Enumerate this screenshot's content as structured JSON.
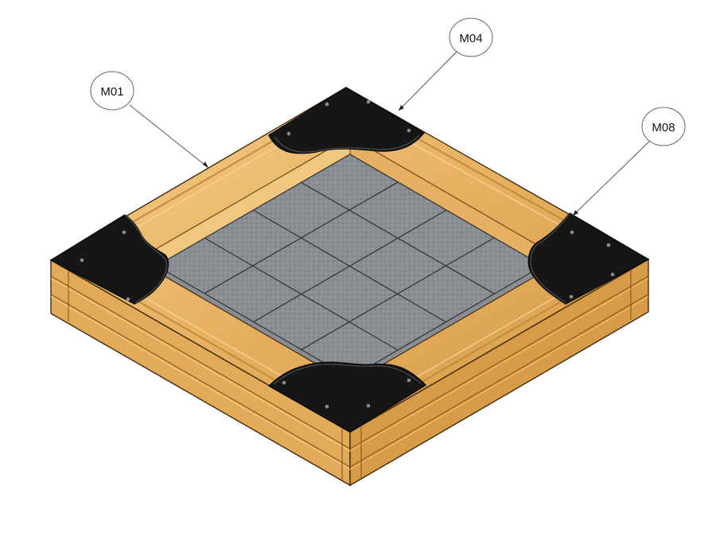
{
  "diagram": {
    "callouts": [
      {
        "id": "m01",
        "label": "M01"
      },
      {
        "id": "m04",
        "label": "M04"
      },
      {
        "id": "m08",
        "label": "M08"
      }
    ]
  },
  "colors": {
    "wood_light": "#f2c77e",
    "wood_mid": "#e7b15f",
    "wood_dark": "#c78732",
    "wood_shadow": "#9b6324",
    "wood_outline": "#3f2a12",
    "mat_light": "#8e9298",
    "mat_mid": "#7b7f84",
    "mat_grid": "#34373a",
    "cap_black": "#161616",
    "cap_edge": "#0a0a0a"
  }
}
